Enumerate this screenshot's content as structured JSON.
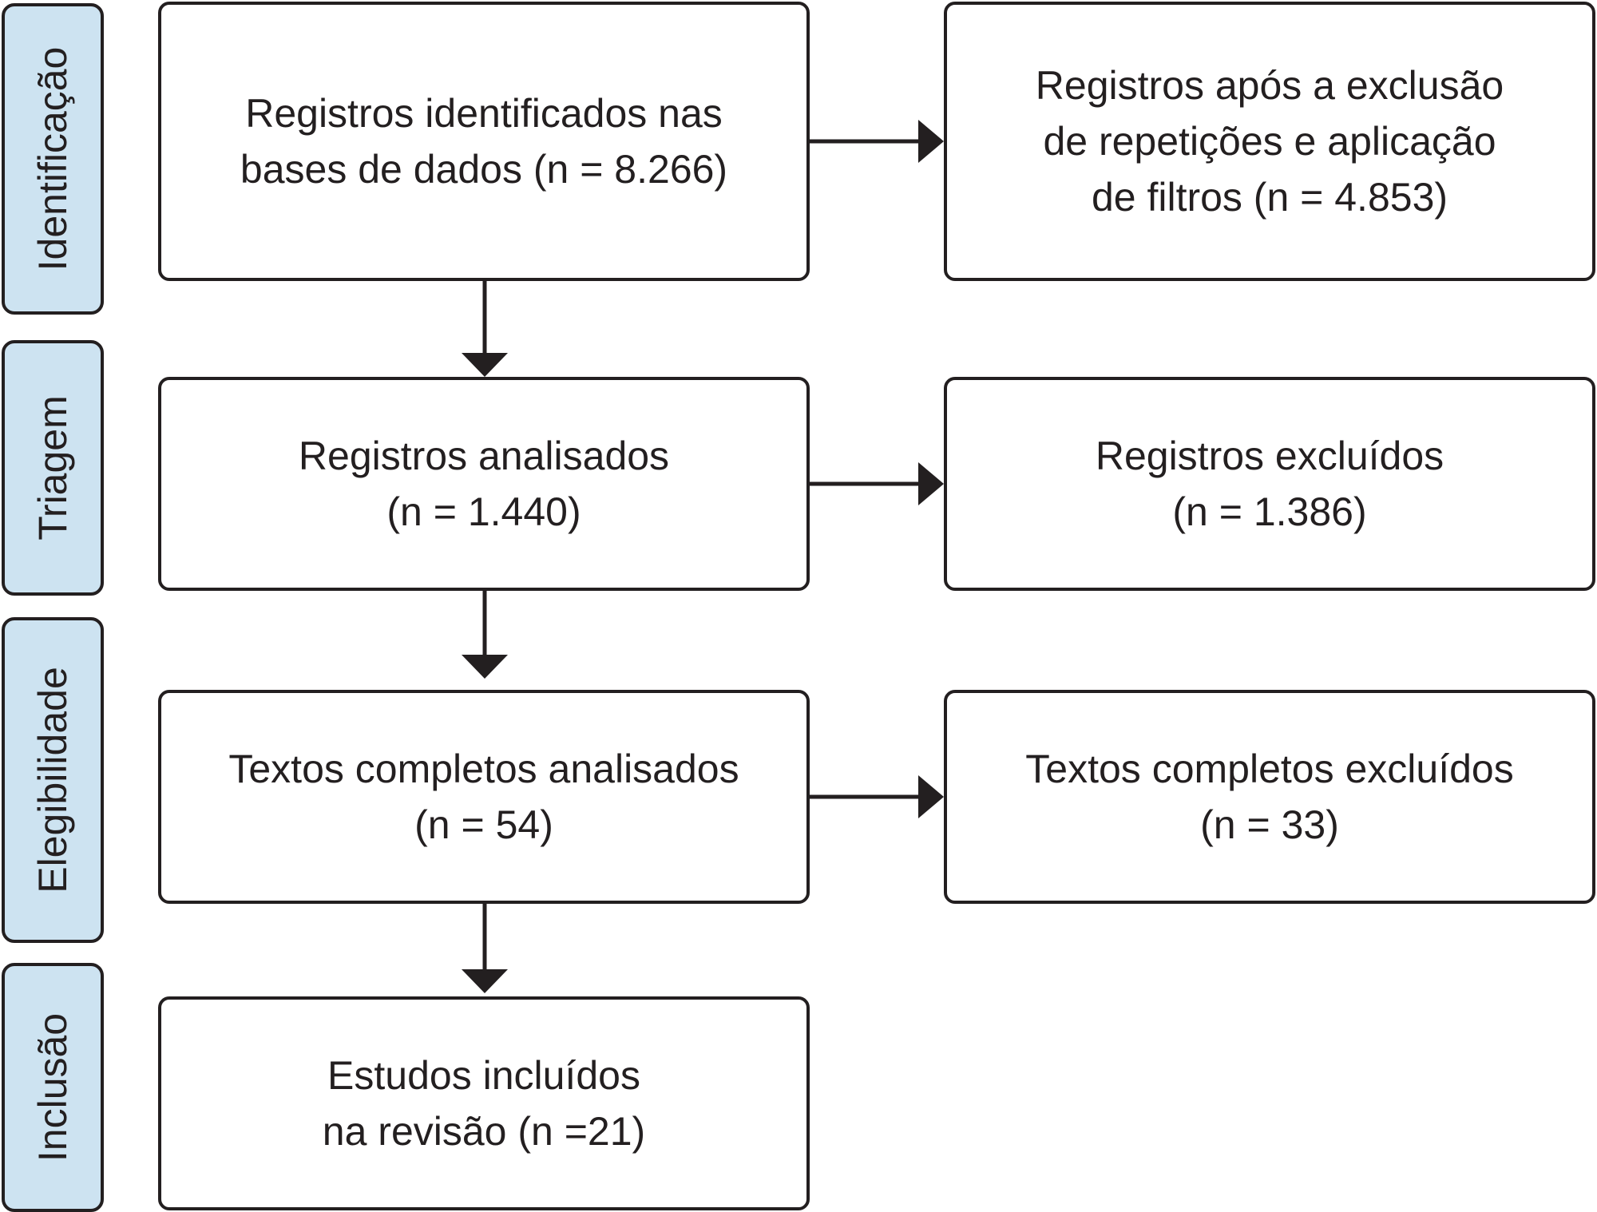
{
  "stages": [
    {
      "id": "identificacao",
      "label": "Identificação"
    },
    {
      "id": "triagem",
      "label": "Triagem"
    },
    {
      "id": "elegibilidade",
      "label": "Elegibilidade"
    },
    {
      "id": "inclusao",
      "label": "Inclusão"
    }
  ],
  "boxes": {
    "identified": {
      "lines": [
        "Registros identificados nas",
        "bases de dados (n = 8.266)"
      ]
    },
    "after_exclusion": {
      "lines": [
        "Registros após a exclusão",
        "de repetições e aplicação",
        "de filtros (n = 4.853)"
      ]
    },
    "analyzed": {
      "lines": [
        "Registros analisados",
        "(n = 1.440)"
      ]
    },
    "excluded": {
      "lines": [
        "Registros excluídos",
        "(n = 1.386)"
      ]
    },
    "fulltext_analyzed": {
      "lines": [
        "Textos completos analisados",
        "(n = 54)"
      ]
    },
    "fulltext_excluded": {
      "lines": [
        "Textos completos excluídos",
        "(n = 33)"
      ]
    },
    "included": {
      "lines": [
        "Estudos incluídos",
        "na revisão (n =21)"
      ]
    }
  },
  "colors": {
    "stage_fill": "#cde3f1",
    "stroke": "#231f20"
  }
}
